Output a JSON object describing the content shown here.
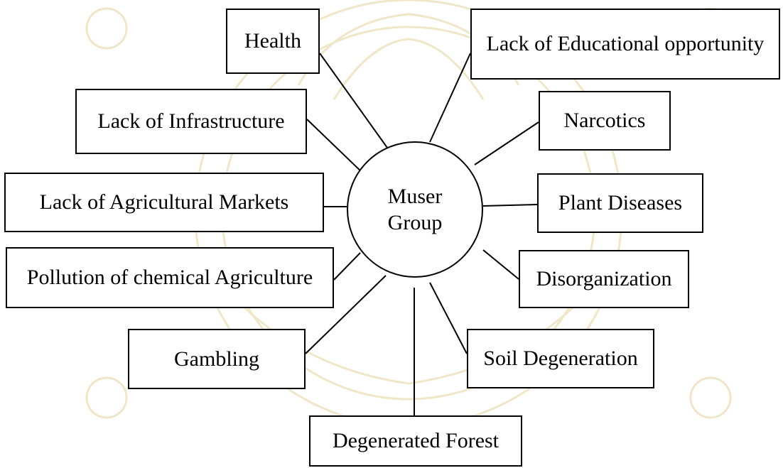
{
  "center": {
    "line1": "Muser",
    "line2": "Group"
  },
  "nodes": {
    "health": "Health",
    "education": "Lack of Educational opportunity",
    "infrastructure": "Lack of Infrastructure",
    "narcotics": "Narcotics",
    "markets": "Lack of Agricultural Markets",
    "plant_diseases": "Plant Diseases",
    "pollution": "Pollution of chemical Agriculture",
    "disorganization": "Disorganization",
    "gambling": "Gambling",
    "soil": "Soil Degeneration",
    "forest": "Degenerated Forest"
  },
  "colors": {
    "line": "#000000",
    "background": "#ffffff",
    "watermark": "#f0e6c8"
  }
}
